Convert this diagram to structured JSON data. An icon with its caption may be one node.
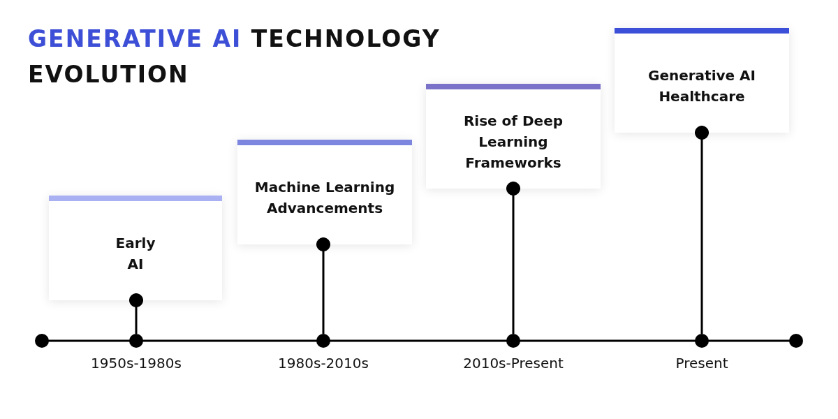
{
  "diagram": {
    "title": "**GENERATIVE AI** TECHNOLOGY EVOLUTION",
    "nodes": [
      {
        "text": [
          "Early AI"
        ]
      },
      {
        "text": [
          "Machine Learning Advancements"
        ]
      },
      {
        "text": [
          "Rise of Deep Learning Frameworks"
        ]
      },
      {
        "text": [
          "Generative AI Healthcare"
        ]
      },
      {
        "text": [],
        "shape": "circle",
        "beside": [
          "1950s-1980s"
        ]
      },
      {
        "text": [],
        "shape": "circle",
        "beside": [
          "1980s-2010s"
        ]
      },
      {
        "text": [],
        "shape": "circle",
        "beside": [
          "2010s-Present"
        ]
      },
      {
        "text": [],
        "shape": "circle",
        "beside": [
          "Present"
        ]
      }
    ],
    "edges": [
      {
        "from": 0,
        "to": 4,
        "arrow": "other"
      },
      {
        "from": 1,
        "to": 5,
        "arrow": "other"
      },
      {
        "from": 2,
        "to": 6,
        "arrow": "other"
      },
      {
        "from": 3,
        "to": 7,
        "arrow": "other"
      }
    ]
  }
}
